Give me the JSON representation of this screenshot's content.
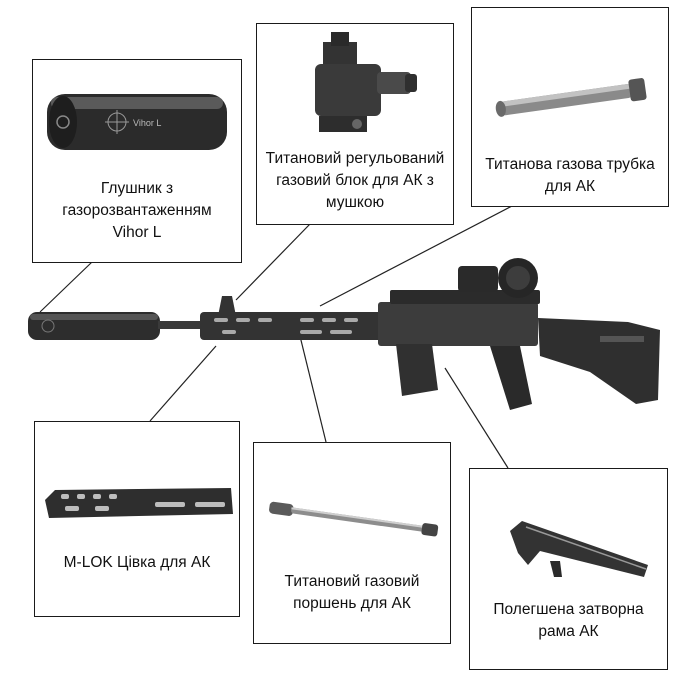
{
  "callouts": {
    "suppressor": {
      "label": "Глушник з газорозвантаженням Vihor L",
      "brand_mark": "Vihor L"
    },
    "gas_block": {
      "label": "Титановий регульований газовий блок для АК з мушкою"
    },
    "gas_tube": {
      "label": "Титанова газова трубка для АК"
    },
    "handguard": {
      "label": "M-LOK Цівка для АК"
    },
    "gas_piston": {
      "label": "Титановий газовий поршень для АК"
    },
    "bolt_carrier": {
      "label": "Полегшена затворна рама АК"
    }
  },
  "colors": {
    "border": "#1a1a1a",
    "metal_dark": "#2b2b2b",
    "metal_mid": "#555555",
    "metal_light": "#9a9a9a"
  }
}
